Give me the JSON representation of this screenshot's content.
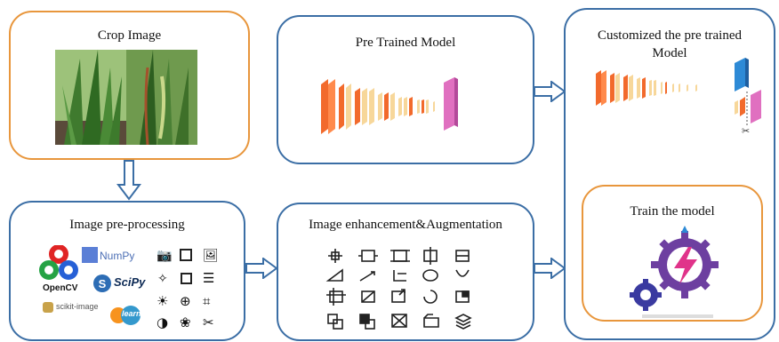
{
  "crop": {
    "title": "Crop Image"
  },
  "pretrained": {
    "title": "Pre Trained Model"
  },
  "customized": {
    "title_line1": "Customized the pre trained",
    "title_line2": "Model"
  },
  "preprocessing": {
    "title": "Image pre-processing",
    "libs": {
      "opencv": "OpenCV",
      "numpy": "NumPy",
      "scipy": "SciPy",
      "skimage": "scikit-image",
      "sklearn": "learn"
    }
  },
  "augmentation": {
    "title": "Image enhancement&Augmentation"
  },
  "train": {
    "title": "Train  the model"
  },
  "colors": {
    "blue_border": "#3b6ea5",
    "orange_border": "#e8963c",
    "layer_orange": "#f26a2c",
    "layer_cream": "#f7d79a",
    "layer_pink": "#e070c0",
    "gear_purple": "#6d3fa0",
    "bolt_pink": "#e0338a"
  }
}
